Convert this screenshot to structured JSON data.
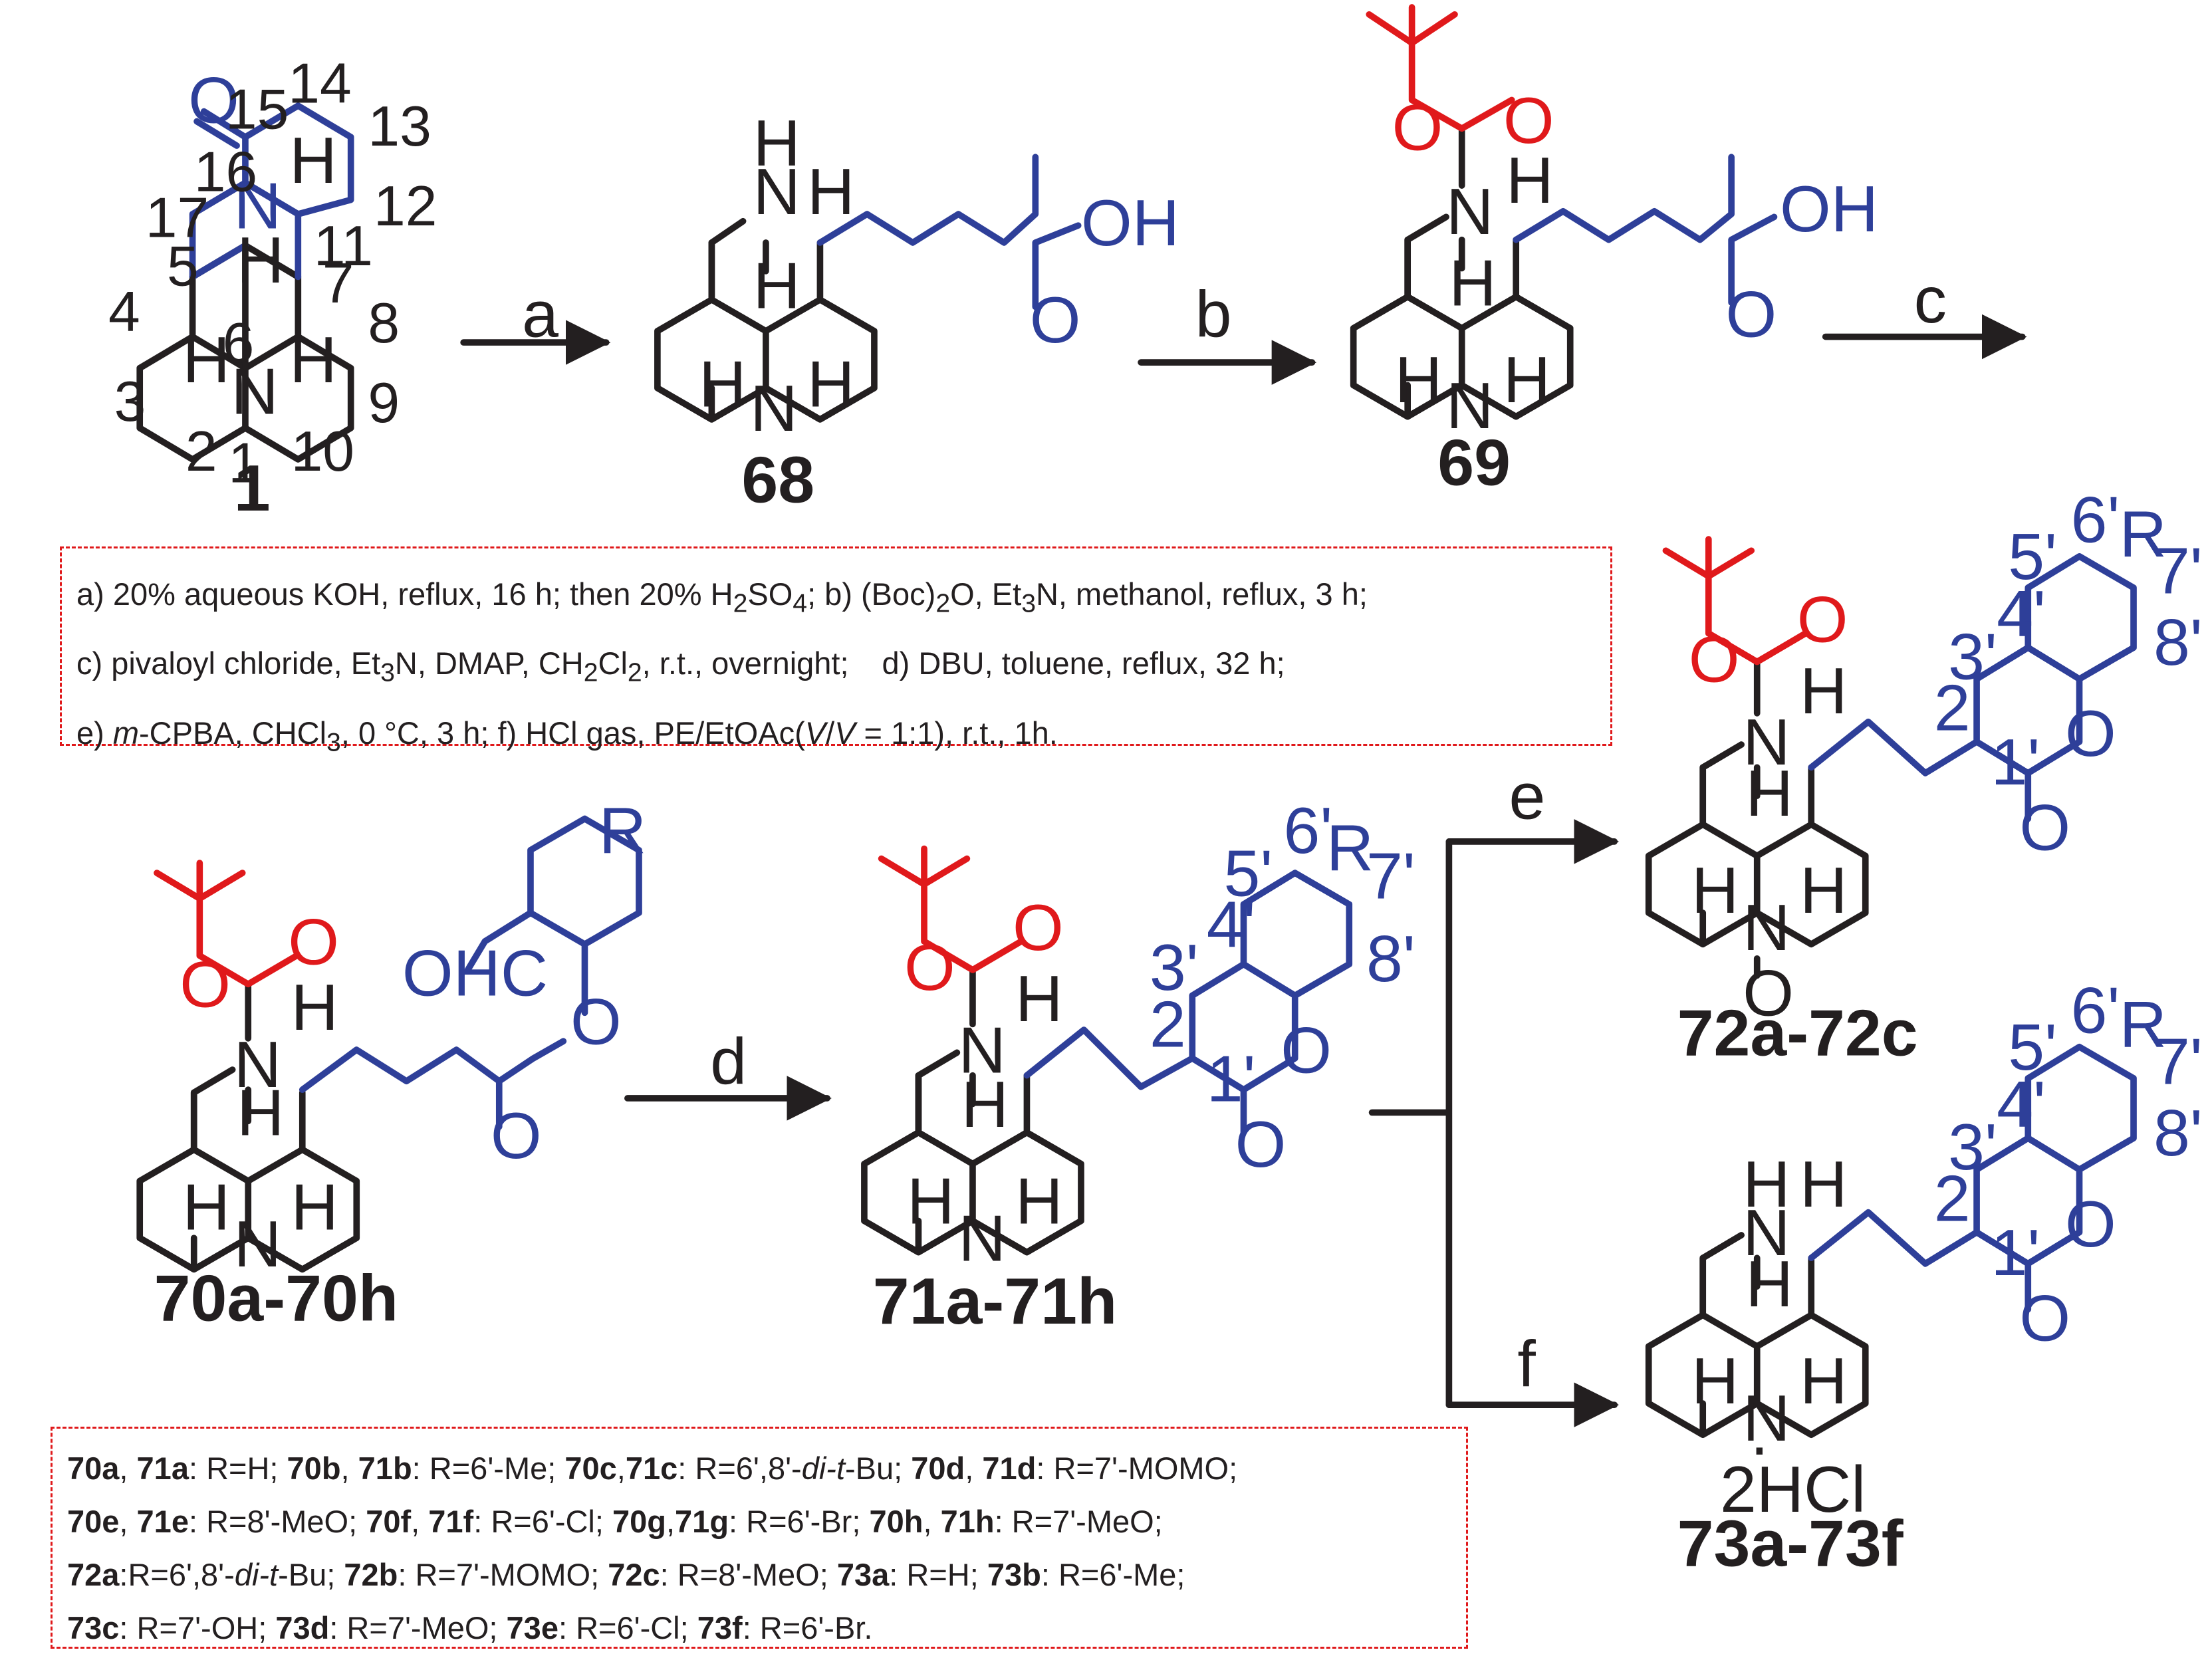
{
  "compounds": {
    "c1": "1",
    "c68": "68",
    "c69": "69",
    "c70": "70a-70h",
    "c71": "71a-71h",
    "c72": "72a-72c",
    "c73": "73a-73f"
  },
  "steps": {
    "a": "a",
    "b": "b",
    "c": "c",
    "d": "d",
    "e": "e",
    "f": "f"
  },
  "atoms": {
    "N": "N",
    "O": "O",
    "H": "H",
    "OH": "OH",
    "OHC": "OHC",
    "R": "R",
    "salt": "2HCl",
    "dot": "·",
    "oxide": "O"
  },
  "numbering_1": [
    "1",
    "2",
    "3",
    "4",
    "5",
    "6",
    "7",
    "8",
    "9",
    "10",
    "11",
    "12",
    "13",
    "14",
    "15",
    "16",
    "17"
  ],
  "numbering_coumarin": [
    "1'",
    "2'",
    "3'",
    "4'",
    "5'",
    "6'",
    "7'",
    "8'"
  ],
  "conditions": {
    "l1_a": "a) 20% aqueous KOH, reflux, 16 h; then 20% H",
    "l1_a2": "2",
    "l1_a3": "SO",
    "l1_a4": "4",
    "l1_b": "; b) (Boc)",
    "l1_b2": "2",
    "l1_b3": "O, Et",
    "l1_b4": "3",
    "l1_b5": "N, methanol, reflux, 3 h;",
    "l2_c": "c) pivaloyl chloride, Et",
    "l2_c2": "3",
    "l2_c3": "N, DMAP, CH",
    "l2_c4": "2",
    "l2_c5": "Cl",
    "l2_c6": "2",
    "l2_c7": ", r.t., overnight;",
    "l2_d": "d) DBU, toluene, reflux, 32 h;",
    "l3_e": "e) ",
    "l3_e_it": "m",
    "l3_e2": "-CPBA, CHCl",
    "l3_e3": "3",
    "l3_e4": ", 0 °C, 3 h; f) HCl gas, PE/EtOAc(",
    "l3_v1": "V",
    "l3_slash": "/",
    "l3_v2": "V",
    "l3_e5": " = 1:1), r.t., 1h."
  },
  "substituents": {
    "r1": [
      {
        "b": "70a"
      },
      {
        "t": ", "
      },
      {
        "b": "71a"
      },
      {
        "t": ": R=H; "
      },
      {
        "b": "70b"
      },
      {
        "t": ", "
      },
      {
        "b": "71b"
      },
      {
        "t": ": R=6'-Me; "
      },
      {
        "b": "70c"
      },
      {
        "t": ","
      },
      {
        "b": "71c"
      },
      {
        "t": ": R=6',8'-"
      },
      {
        "i": "di-t"
      },
      {
        "t": "-Bu; "
      },
      {
        "b": "70d"
      },
      {
        "t": ", "
      },
      {
        "b": "71d"
      },
      {
        "t": ": R=7'-MOMO;"
      }
    ],
    "r2": [
      {
        "b": "70e"
      },
      {
        "t": ", "
      },
      {
        "b": "71e"
      },
      {
        "t": ": R=8'-MeO; "
      },
      {
        "b": "70f"
      },
      {
        "t": ", "
      },
      {
        "b": "71f"
      },
      {
        "t": ": R=6'-Cl; "
      },
      {
        "b": "70g"
      },
      {
        "t": ","
      },
      {
        "b": "71g"
      },
      {
        "t": ": R=6'-Br; "
      },
      {
        "b": "70h"
      },
      {
        "t": ", "
      },
      {
        "b": "71h"
      },
      {
        "t": ": R=7'-MeO;"
      }
    ],
    "r3": [
      {
        "b": "72a"
      },
      {
        "t": ":R=6',8'-"
      },
      {
        "i": "di-t"
      },
      {
        "t": "-Bu; "
      },
      {
        "b": "72b"
      },
      {
        "t": ": R=7'-MOMO; "
      },
      {
        "b": "72c"
      },
      {
        "t": ": R=8'-MeO; "
      },
      {
        "b": "73a"
      },
      {
        "t": ": R=H; "
      },
      {
        "b": "73b"
      },
      {
        "t": ": R=6'-Me;"
      }
    ],
    "r4": [
      {
        "b": "73c"
      },
      {
        "t": ": R=7'-OH; "
      },
      {
        "b": "73d"
      },
      {
        "t": ": R=7'-MeO; "
      },
      {
        "b": "73e"
      },
      {
        "t": ": R=6'-Cl; "
      },
      {
        "b": "73f"
      },
      {
        "t": ": R=6'-Br."
      }
    ]
  }
}
